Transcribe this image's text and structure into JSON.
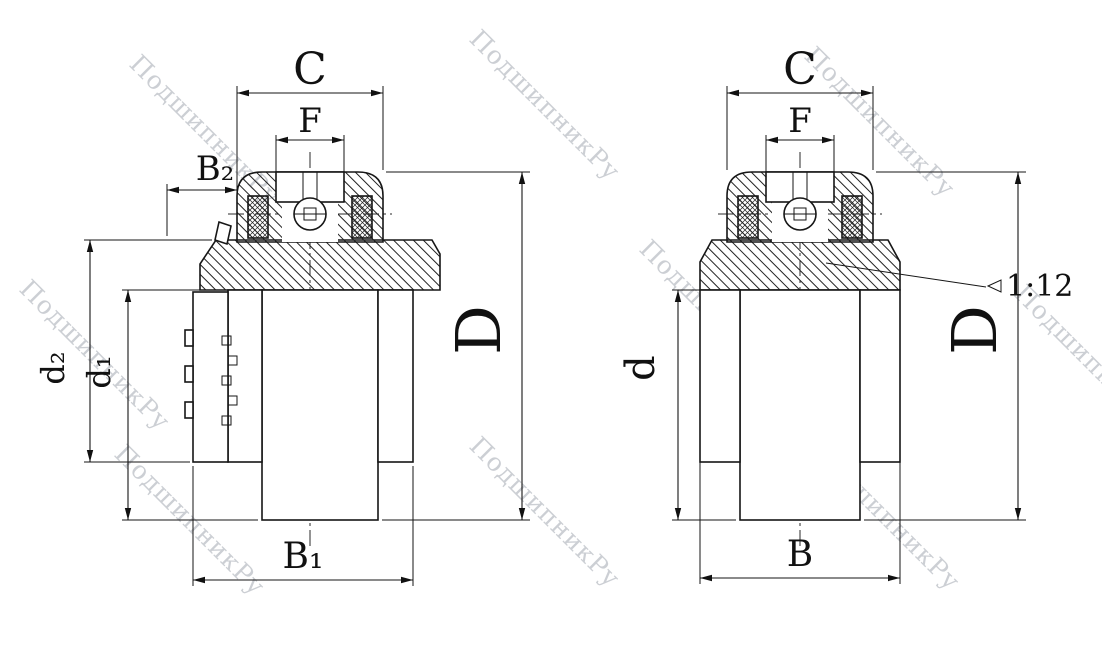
{
  "colors": {
    "line": "#161616",
    "watermark": "#788a8e",
    "background": "#ffffff"
  },
  "watermark": {
    "text": "ПодшипникРу"
  },
  "left_view": {
    "labels": {
      "C": "C",
      "F": "F",
      "B2": "B₂",
      "d2": "d₂",
      "d1": "d₁",
      "D": "D",
      "B1": "B₁"
    }
  },
  "right_view": {
    "labels": {
      "C": "C",
      "F": "F",
      "d": "d",
      "D": "D",
      "B": "B"
    },
    "taper": {
      "symbol_icon": "left-triangle",
      "ratio": "1:12"
    }
  }
}
